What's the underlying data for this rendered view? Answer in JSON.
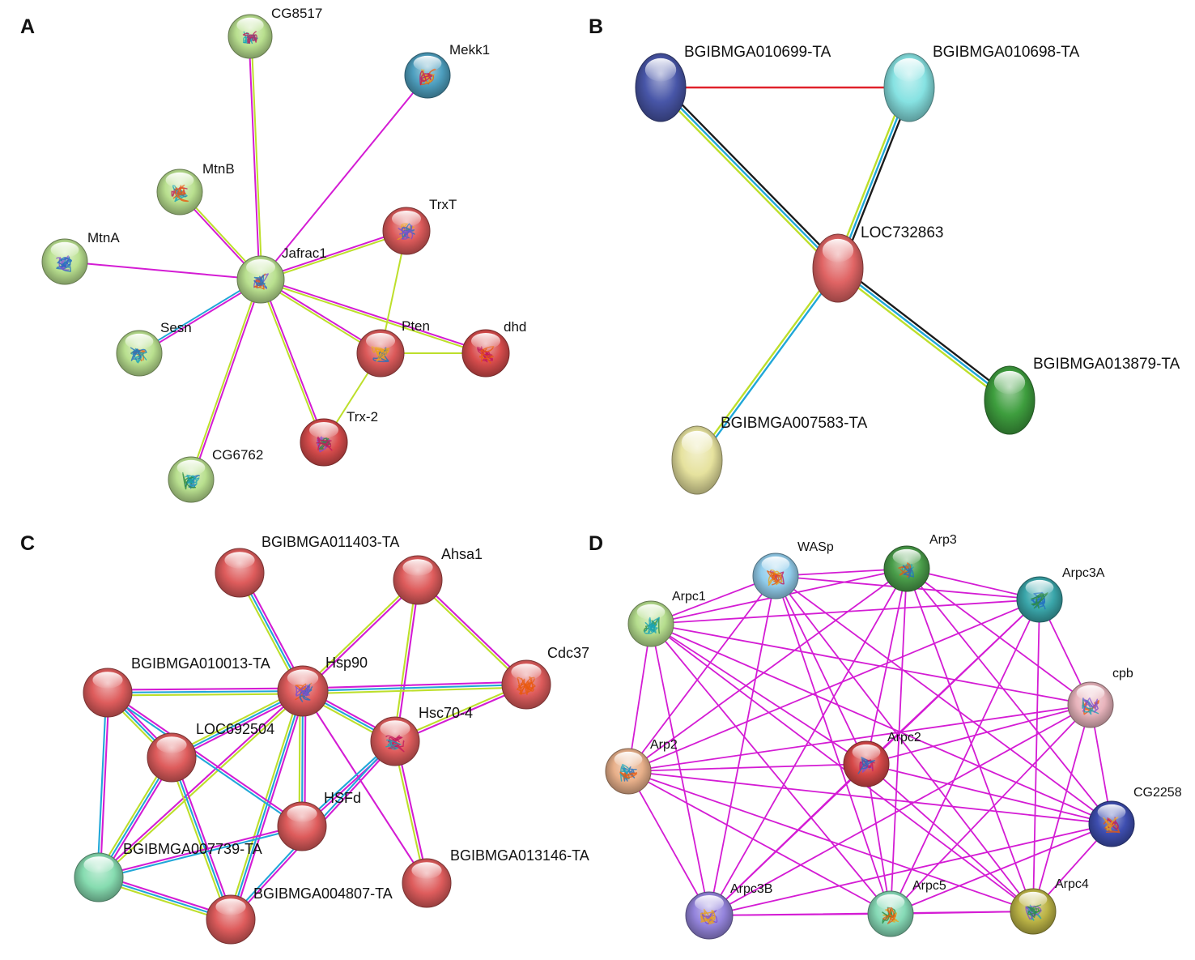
{
  "edge_colors": {
    "magenta": "#d41cd4",
    "yellowgreen": "#bddf2b",
    "cyan": "#20a7d8",
    "black": "#1b1b1b",
    "red": "#e0222b"
  },
  "panels": [
    {
      "letter": "A",
      "nodes": [
        {
          "label": "CG8517",
          "color": "#b9e08f",
          "structure": true
        },
        {
          "label": "Mekk1",
          "color": "#4e9fbf",
          "structure": true
        },
        {
          "label": "MtnB",
          "color": "#b9e08f",
          "structure": true
        },
        {
          "label": "TrxT",
          "color": "#dc5a5a",
          "structure": true
        },
        {
          "label": "MtnA",
          "color": "#b9e08f",
          "structure": true
        },
        {
          "label": "Jafrac1",
          "color": "#b9e08f",
          "structure": true
        },
        {
          "label": "Sesn",
          "color": "#b9e08f",
          "structure": true
        },
        {
          "label": "Pten",
          "color": "#dc5a5a",
          "structure": true
        },
        {
          "label": "dhd",
          "color": "#d84c4c",
          "structure": true
        },
        {
          "label": "Trx-2",
          "color": "#d84c4c",
          "structure": true
        },
        {
          "label": "CG6762",
          "color": "#b9e08f",
          "structure": true
        }
      ],
      "edges": [
        [
          5,
          0,
          [
            "magenta",
            "yellowgreen"
          ]
        ],
        [
          5,
          1,
          [
            "magenta"
          ]
        ],
        [
          5,
          2,
          [
            "magenta",
            "yellowgreen"
          ]
        ],
        [
          5,
          3,
          [
            "magenta",
            "yellowgreen"
          ]
        ],
        [
          5,
          4,
          [
            "magenta"
          ]
        ],
        [
          5,
          6,
          [
            "magenta",
            "cyan"
          ]
        ],
        [
          5,
          7,
          [
            "magenta",
            "yellowgreen"
          ]
        ],
        [
          5,
          8,
          [
            "magenta",
            "yellowgreen"
          ]
        ],
        [
          5,
          9,
          [
            "magenta",
            "yellowgreen"
          ]
        ],
        [
          5,
          10,
          [
            "magenta",
            "yellowgreen"
          ]
        ],
        [
          3,
          7,
          [
            "yellowgreen"
          ]
        ],
        [
          7,
          8,
          [
            "yellowgreen"
          ]
        ],
        [
          7,
          9,
          [
            "yellowgreen"
          ]
        ]
      ]
    },
    {
      "letter": "B",
      "nodes": [
        {
          "label": "BGIBMGA010699-TA",
          "color": "#4856a8",
          "structure": false
        },
        {
          "label": "BGIBMGA010698-TA",
          "color": "#86e2e2",
          "structure": false
        },
        {
          "label": "LOC732863",
          "color": "#e06464",
          "structure": false
        },
        {
          "label": "BGIBMGA013879-TA",
          "color": "#3e9e3e",
          "structure": false
        },
        {
          "label": "BGIBMGA007583-TA",
          "color": "#e6e29e",
          "structure": false
        }
      ],
      "edges": [
        [
          0,
          1,
          [
            "red"
          ]
        ],
        [
          0,
          2,
          [
            "black",
            "cyan",
            "yellowgreen"
          ]
        ],
        [
          1,
          2,
          [
            "black",
            "cyan",
            "yellowgreen"
          ]
        ],
        [
          2,
          3,
          [
            "black",
            "cyan",
            "yellowgreen"
          ]
        ],
        [
          2,
          4,
          [
            "cyan",
            "yellowgreen"
          ]
        ]
      ]
    },
    {
      "letter": "C",
      "nodes": [
        {
          "label": "BGIBMGA011403-TA",
          "color": "#de5c5c",
          "structure": false
        },
        {
          "label": "Ahsa1",
          "color": "#de5c5c",
          "structure": false
        },
        {
          "label": "BGIBMGA010013-TA",
          "color": "#de5c5c",
          "structure": false
        },
        {
          "label": "Hsp90",
          "color": "#de5c5c",
          "structure": true
        },
        {
          "label": "Cdc37",
          "color": "#de5c5c",
          "structure": true
        },
        {
          "label": "LOC692504",
          "color": "#de5c5c",
          "structure": false
        },
        {
          "label": "Hsc70-4",
          "color": "#de5c5c",
          "structure": true
        },
        {
          "label": "HSFd",
          "color": "#de5c5c",
          "structure": false
        },
        {
          "label": "BGIBMGA007739-TA",
          "color": "#86dcb0",
          "structure": false
        },
        {
          "label": "BGIBMGA013146-TA",
          "color": "#de5c5c",
          "structure": false
        },
        {
          "label": "BGIBMGA004807-TA",
          "color": "#de5c5c",
          "structure": false
        }
      ],
      "edges": [
        [
          0,
          3,
          [
            "magenta",
            "cyan",
            "yellowgreen"
          ]
        ],
        [
          1,
          3,
          [
            "magenta",
            "yellowgreen"
          ]
        ],
        [
          1,
          4,
          [
            "magenta",
            "yellowgreen"
          ]
        ],
        [
          1,
          6,
          [
            "magenta",
            "yellowgreen"
          ]
        ],
        [
          2,
          3,
          [
            "magenta",
            "cyan",
            "yellowgreen"
          ]
        ],
        [
          3,
          4,
          [
            "magenta",
            "cyan",
            "yellowgreen"
          ]
        ],
        [
          3,
          6,
          [
            "magenta",
            "cyan",
            "yellowgreen"
          ]
        ],
        [
          3,
          5,
          [
            "magenta",
            "cyan",
            "yellowgreen"
          ]
        ],
        [
          3,
          7,
          [
            "magenta",
            "cyan",
            "yellowgreen"
          ]
        ],
        [
          3,
          8,
          [
            "yellowgreen",
            "magenta"
          ]
        ],
        [
          3,
          10,
          [
            "magenta",
            "cyan",
            "yellowgreen"
          ]
        ],
        [
          3,
          9,
          [
            "magenta"
          ]
        ],
        [
          4,
          6,
          [
            "magenta",
            "yellowgreen"
          ]
        ],
        [
          6,
          7,
          [
            "magenta",
            "cyan"
          ]
        ],
        [
          6,
          9,
          [
            "magenta",
            "yellowgreen"
          ]
        ],
        [
          6,
          10,
          [
            "magenta",
            "cyan"
          ]
        ],
        [
          2,
          5,
          [
            "magenta",
            "cyan",
            "yellowgreen"
          ]
        ],
        [
          2,
          8,
          [
            "magenta",
            "cyan"
          ]
        ],
        [
          2,
          7,
          [
            "magenta",
            "cyan"
          ]
        ],
        [
          5,
          10,
          [
            "magenta",
            "cyan",
            "yellowgreen"
          ]
        ],
        [
          5,
          8,
          [
            "magenta",
            "cyan",
            "yellowgreen"
          ]
        ],
        [
          8,
          10,
          [
            "magenta",
            "cyan",
            "yellowgreen"
          ]
        ],
        [
          8,
          7,
          [
            "magenta",
            "cyan"
          ]
        ]
      ]
    },
    {
      "letter": "D",
      "nodes": [
        {
          "label": "WASp",
          "color": "#92cdec",
          "structure": true
        },
        {
          "label": "Arp3",
          "color": "#4a9e4a",
          "structure": true
        },
        {
          "label": "Arpc3A",
          "color": "#3aa6aa",
          "structure": true
        },
        {
          "label": "Arpc1",
          "color": "#b6de8e",
          "structure": true
        },
        {
          "label": "cpb",
          "color": "#e8b4bc",
          "structure": true
        },
        {
          "label": "Arpc2",
          "color": "#d64848",
          "structure": true
        },
        {
          "label": "Arp2",
          "color": "#e8b08a",
          "structure": true
        },
        {
          "label": "CG2258",
          "color": "#3e4eb0",
          "structure": true
        },
        {
          "label": "Arpc3B",
          "color": "#9484dc",
          "structure": true
        },
        {
          "label": "Arpc5",
          "color": "#86dab6",
          "structure": true
        },
        {
          "label": "Arpc4",
          "color": "#bcb446",
          "structure": true
        }
      ],
      "edges": [
        [
          0,
          1,
          [
            "magenta"
          ]
        ],
        [
          0,
          2,
          [
            "magenta"
          ]
        ],
        [
          0,
          3,
          [
            "magenta"
          ]
        ],
        [
          0,
          5,
          [
            "magenta"
          ]
        ],
        [
          0,
          6,
          [
            "magenta"
          ]
        ],
        [
          0,
          7,
          [
            "magenta"
          ]
        ],
        [
          0,
          8,
          [
            "magenta"
          ]
        ],
        [
          0,
          9,
          [
            "magenta"
          ]
        ],
        [
          0,
          10,
          [
            "magenta"
          ]
        ],
        [
          1,
          2,
          [
            "magenta"
          ]
        ],
        [
          1,
          3,
          [
            "magenta"
          ]
        ],
        [
          1,
          4,
          [
            "magenta"
          ]
        ],
        [
          1,
          5,
          [
            "magenta"
          ]
        ],
        [
          1,
          6,
          [
            "magenta"
          ]
        ],
        [
          1,
          7,
          [
            "magenta"
          ]
        ],
        [
          1,
          8,
          [
            "magenta"
          ]
        ],
        [
          1,
          9,
          [
            "magenta"
          ]
        ],
        [
          1,
          10,
          [
            "magenta"
          ]
        ],
        [
          2,
          3,
          [
            "magenta"
          ]
        ],
        [
          2,
          4,
          [
            "magenta"
          ]
        ],
        [
          2,
          5,
          [
            "magenta"
          ]
        ],
        [
          2,
          6,
          [
            "magenta"
          ]
        ],
        [
          2,
          8,
          [
            "magenta"
          ]
        ],
        [
          2,
          9,
          [
            "magenta"
          ]
        ],
        [
          2,
          10,
          [
            "magenta"
          ]
        ],
        [
          3,
          4,
          [
            "magenta"
          ]
        ],
        [
          3,
          5,
          [
            "magenta"
          ]
        ],
        [
          3,
          6,
          [
            "magenta"
          ]
        ],
        [
          3,
          7,
          [
            "magenta"
          ]
        ],
        [
          3,
          8,
          [
            "magenta"
          ]
        ],
        [
          3,
          9,
          [
            "magenta"
          ]
        ],
        [
          3,
          10,
          [
            "magenta"
          ]
        ],
        [
          4,
          5,
          [
            "magenta"
          ]
        ],
        [
          4,
          6,
          [
            "magenta"
          ]
        ],
        [
          4,
          7,
          [
            "magenta"
          ]
        ],
        [
          4,
          8,
          [
            "magenta"
          ]
        ],
        [
          4,
          9,
          [
            "magenta"
          ]
        ],
        [
          4,
          10,
          [
            "magenta"
          ]
        ],
        [
          5,
          6,
          [
            "magenta"
          ]
        ],
        [
          5,
          7,
          [
            "magenta"
          ]
        ],
        [
          5,
          8,
          [
            "magenta"
          ]
        ],
        [
          5,
          9,
          [
            "magenta"
          ]
        ],
        [
          5,
          10,
          [
            "magenta"
          ]
        ],
        [
          6,
          7,
          [
            "magenta"
          ]
        ],
        [
          6,
          8,
          [
            "magenta"
          ]
        ],
        [
          6,
          9,
          [
            "magenta"
          ]
        ],
        [
          6,
          10,
          [
            "magenta"
          ]
        ],
        [
          7,
          8,
          [
            "magenta"
          ]
        ],
        [
          7,
          9,
          [
            "magenta"
          ]
        ],
        [
          7,
          10,
          [
            "magenta"
          ]
        ],
        [
          8,
          9,
          [
            "magenta"
          ]
        ],
        [
          8,
          10,
          [
            "magenta"
          ]
        ],
        [
          9,
          10,
          [
            "magenta"
          ]
        ]
      ]
    }
  ]
}
